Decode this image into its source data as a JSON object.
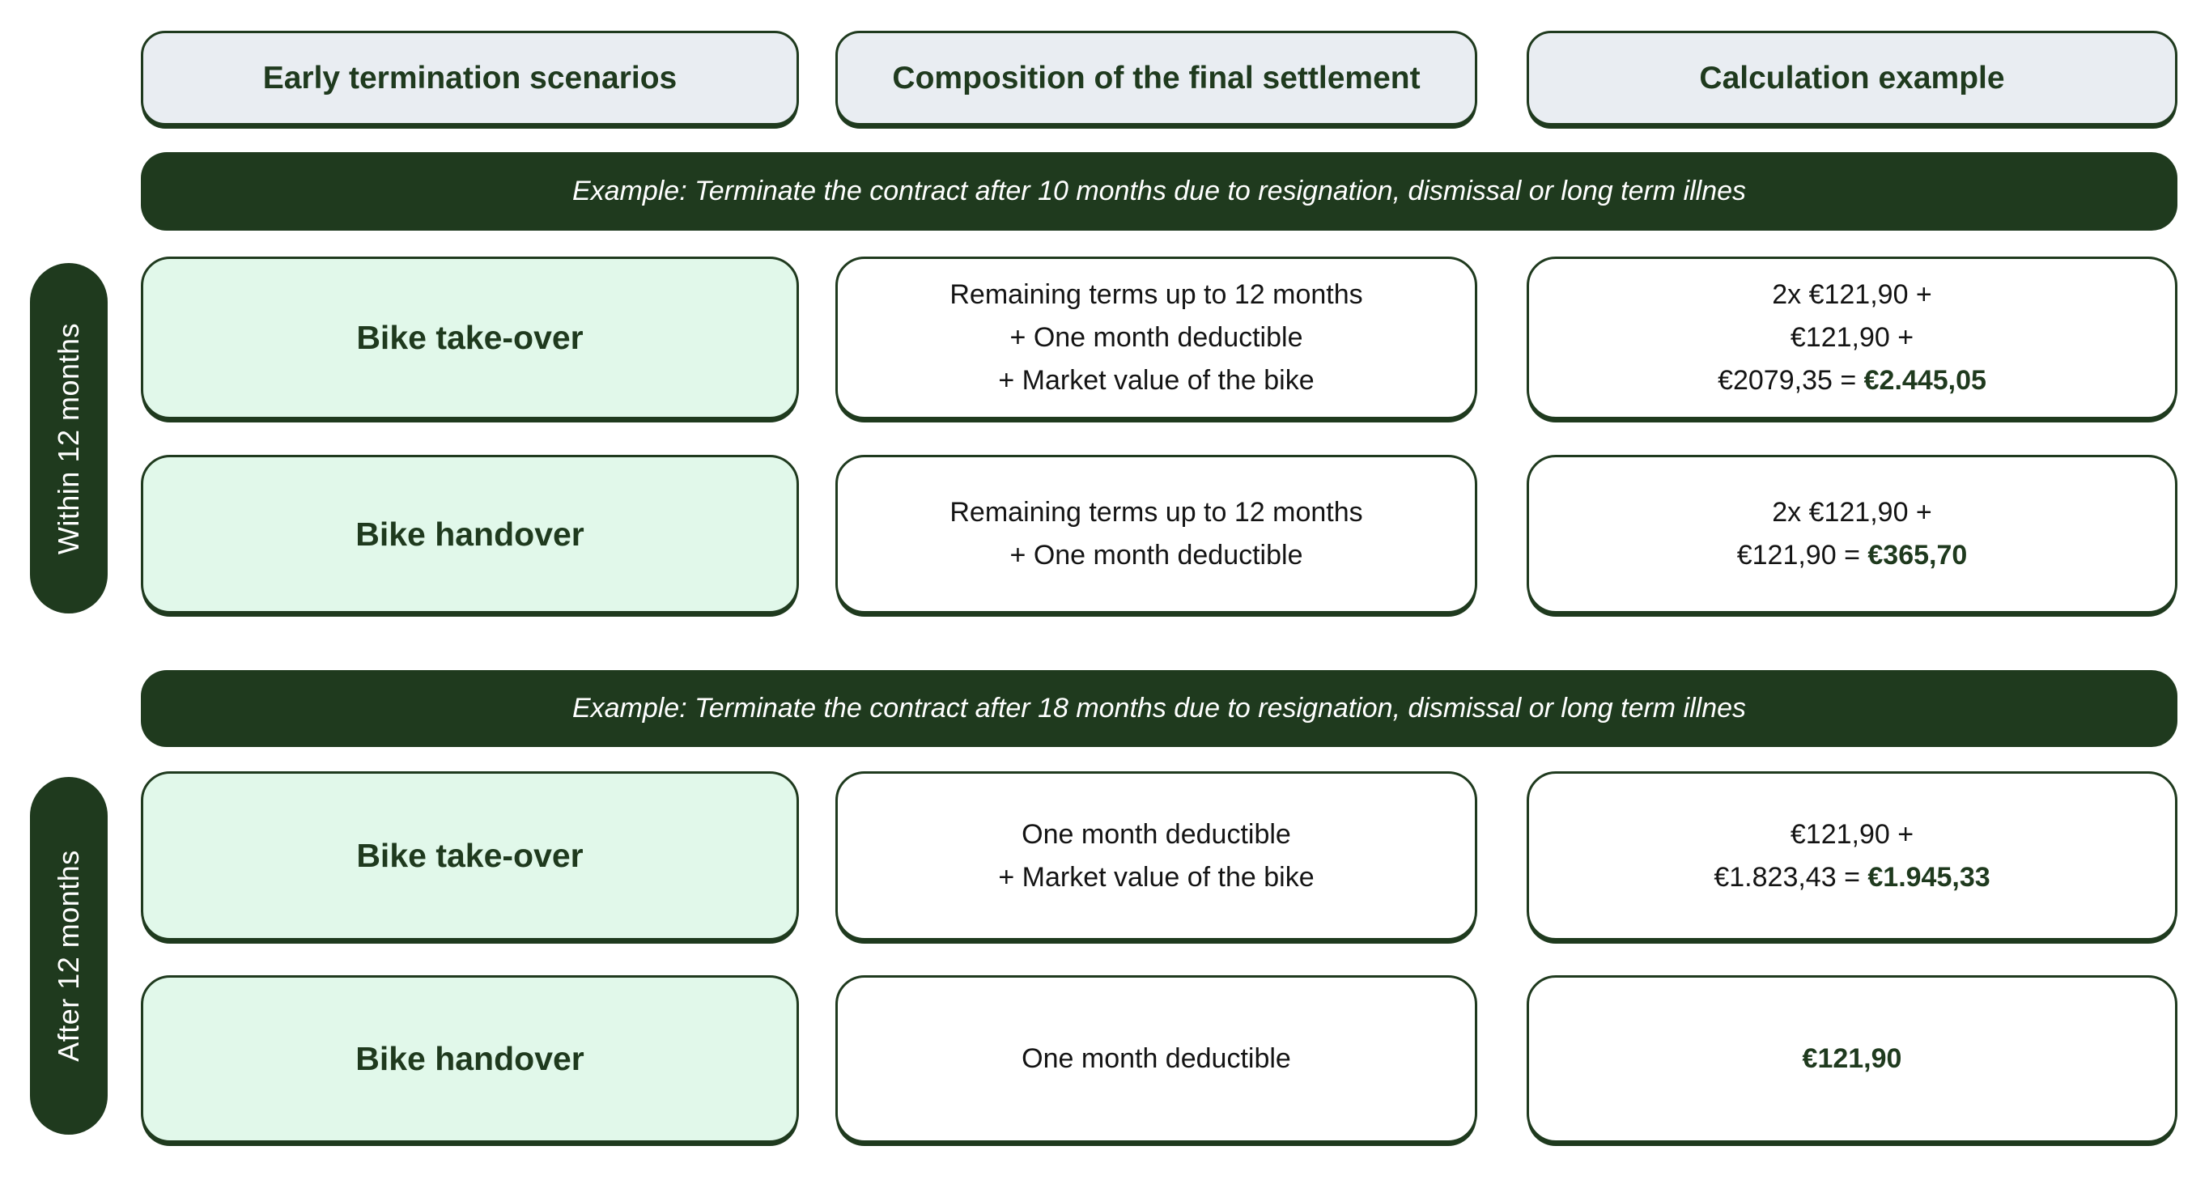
{
  "colors": {
    "dark_green": "#1f3a1e",
    "mint": "#e1f8ea",
    "header_bg": "#e9edf2",
    "text": "#141414",
    "banner_text": "#ffffff",
    "page_bg": "#ffffff"
  },
  "header": {
    "columns": [
      "Early termination scenarios",
      "Composition of the final settlement",
      "Calculation example"
    ]
  },
  "sections": [
    {
      "side_label": "Within 12 months",
      "banner": "Example: Terminate the contract after 10 months due to resignation, dismissal or long term illnes",
      "rows": [
        {
          "scenario": "Bike take-over",
          "composition_lines": [
            "Remaining terms up to 12 months",
            "+ One month deductible",
            "+ Market value of the bike"
          ],
          "calc_lines": [
            {
              "text": "2x €121,90 +"
            },
            {
              "text": "€121,90 +"
            },
            {
              "text": "€2079,35 = ",
              "total": "€2.445,05"
            }
          ]
        },
        {
          "scenario": "Bike handover",
          "composition_lines": [
            "Remaining terms up to 12 months",
            "+ One month deductible"
          ],
          "calc_lines": [
            {
              "text": "2x €121,90 +"
            },
            {
              "text": "€121,90 = ",
              "total": "€365,70"
            }
          ]
        }
      ]
    },
    {
      "side_label": "After 12 months",
      "banner": "Example: Terminate the contract after 18 months due to resignation, dismissal or long term illnes",
      "rows": [
        {
          "scenario": "Bike take-over",
          "composition_lines": [
            "One month deductible",
            "+ Market value of the bike"
          ],
          "calc_lines": [
            {
              "text": "€121,90 +"
            },
            {
              "text": "€1.823,43 = ",
              "total": "€1.945,33"
            }
          ]
        },
        {
          "scenario": "Bike handover",
          "composition_lines": [
            "One month deductible"
          ],
          "calc_lines": [
            {
              "total": "€121,90"
            }
          ]
        }
      ]
    }
  ]
}
